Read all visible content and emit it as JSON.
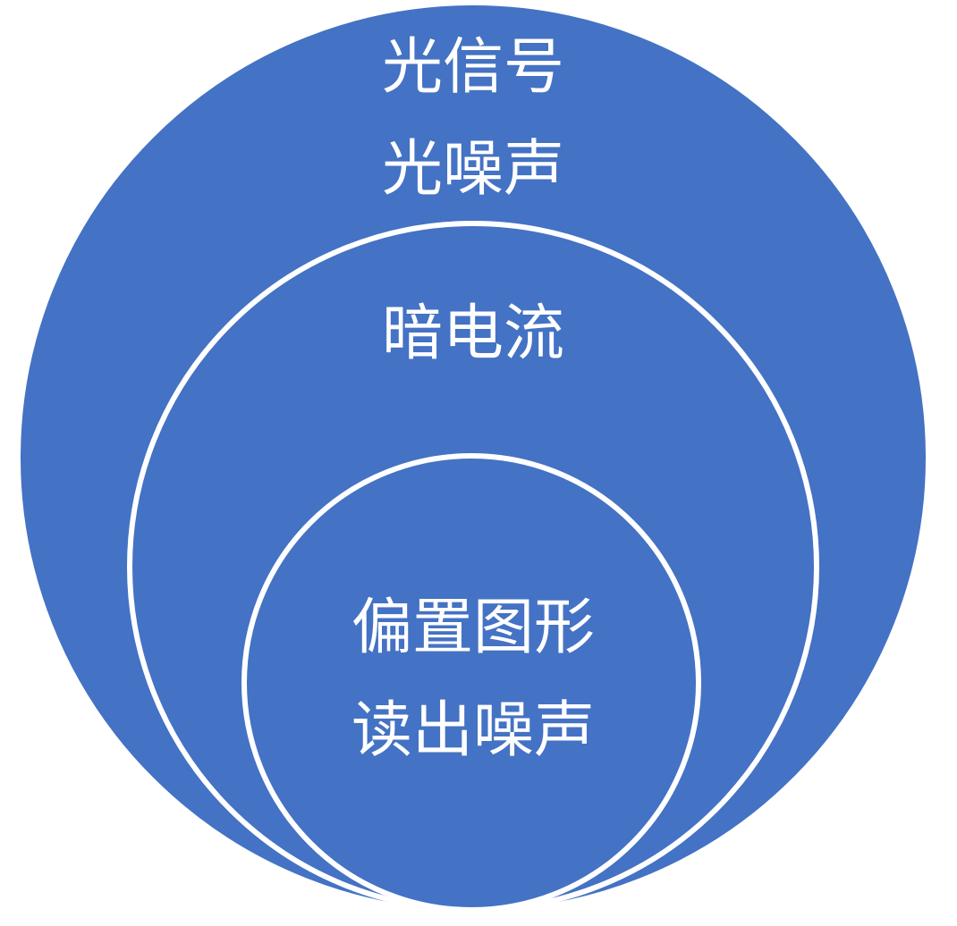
{
  "diagram": {
    "fill_color": "#4472C4",
    "outline_color": "#FFFFFF",
    "outer": {
      "lines": [
        "光信号",
        "光噪声"
      ]
    },
    "middle": {
      "lines": [
        "暗电流"
      ]
    },
    "inner": {
      "lines": [
        "偏置图形",
        "读出噪声"
      ]
    }
  }
}
